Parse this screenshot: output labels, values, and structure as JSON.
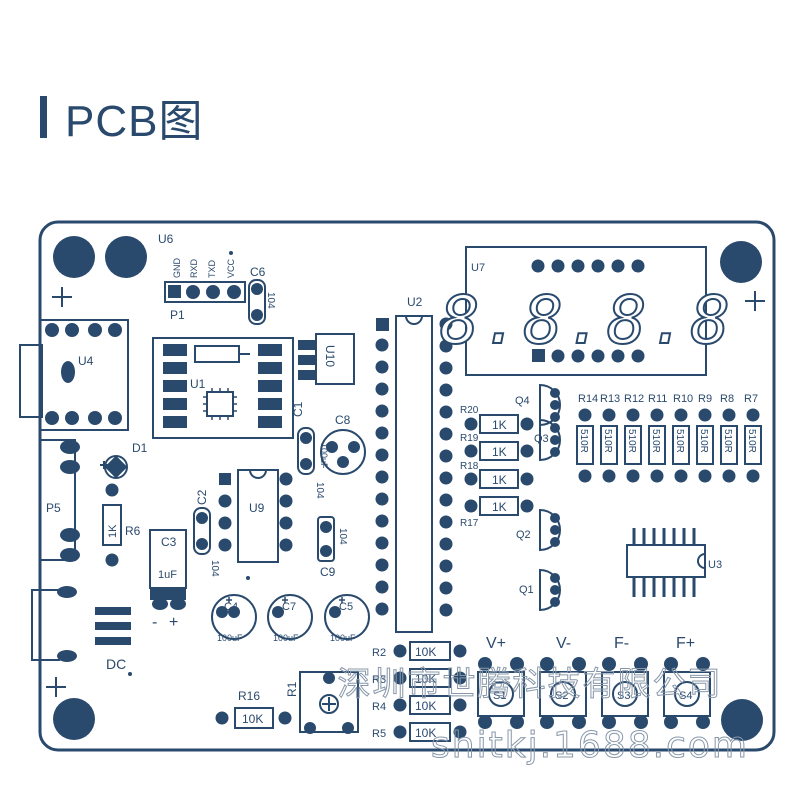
{
  "header": {
    "title": "PCB图"
  },
  "colors": {
    "ink": "#2a4a6d",
    "board": "#ffffff",
    "outline": "#2a4a6d"
  },
  "board": {
    "header_pins": [
      "GND",
      "RXD",
      "TXD",
      "VCC"
    ],
    "display": {
      "ref": "U7",
      "digits": "8.8.8.8"
    },
    "labels": {
      "u6": "U6",
      "p1": "P1",
      "c6": "C6",
      "v104a": "104",
      "u4": "U4",
      "u1": "U1",
      "u10": "U10",
      "u2": "U2",
      "c1": "C1",
      "c8": "C8",
      "v100uf8": "100uF",
      "d1": "D1",
      "p5": "P5",
      "r6": "R6",
      "r6v": "1K",
      "c2": "C2",
      "v104c2": "104",
      "u9": "U9",
      "v104c1": "104",
      "c3": "C3",
      "v1uf": "1uF",
      "minus": "-",
      "plus": "+",
      "c4": "C4",
      "c7": "C7",
      "c5": "C5",
      "v100uf": "100uF",
      "v104c9": "104",
      "c9": "C9",
      "dc": "DC",
      "r16": "R16",
      "r16v": "10K",
      "r1": "R1",
      "r20": "R20",
      "r19": "R19",
      "r18": "R18",
      "r17": "R17",
      "r1k": "1K",
      "q1": "Q1",
      "q2": "Q2",
      "q3": "Q3",
      "q4": "Q4",
      "r14": "R14",
      "r13": "R13",
      "r12": "R12",
      "r11": "R11",
      "r10": "R10",
      "r9": "R9",
      "r8": "R8",
      "r7": "R7",
      "r510": "510R",
      "u3": "U3",
      "r2": "R2",
      "r3": "R3",
      "r4": "R4",
      "r5": "R5",
      "r10k": "10K",
      "vplus": "V+",
      "vminus": "V-",
      "fminus": "F-",
      "fplus": "F+",
      "s1": "S1",
      "s2": "S2",
      "s3": "S3",
      "s4": "S4"
    }
  },
  "watermark": {
    "company": "深圳市世腾科技有限公司",
    "site": "shitkj.1688.com"
  }
}
